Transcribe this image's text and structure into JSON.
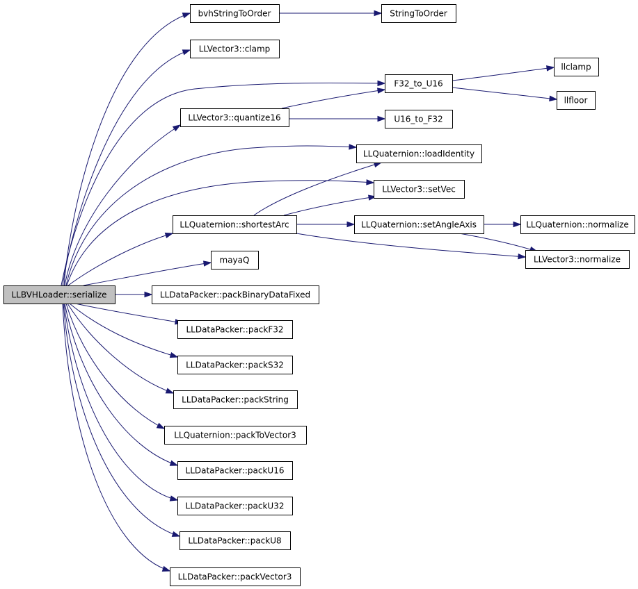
{
  "nodes": [
    {
      "id": "root",
      "label": "LLBVHLoader::serialize",
      "root": true
    },
    {
      "id": "bvhStringToOrder",
      "label": "bvhStringToOrder"
    },
    {
      "id": "StringToOrder",
      "label": "StringToOrder"
    },
    {
      "id": "clamp",
      "label": "LLVector3::clamp"
    },
    {
      "id": "F32_to_U16",
      "label": "F32_to_U16"
    },
    {
      "id": "llclamp",
      "label": "llclamp"
    },
    {
      "id": "llfloor",
      "label": "llfloor"
    },
    {
      "id": "quantize16",
      "label": "LLVector3::quantize16"
    },
    {
      "id": "U16_to_F32",
      "label": "U16_to_F32"
    },
    {
      "id": "loadIdentity",
      "label": "LLQuaternion::loadIdentity"
    },
    {
      "id": "setVec",
      "label": "LLVector3::setVec"
    },
    {
      "id": "shortestArc",
      "label": "LLQuaternion::shortestArc"
    },
    {
      "id": "setAngleAxis",
      "label": "LLQuaternion::setAngleAxis"
    },
    {
      "id": "qnormalize",
      "label": "LLQuaternion::normalize"
    },
    {
      "id": "vnormalize",
      "label": "LLVector3::normalize"
    },
    {
      "id": "mayaQ",
      "label": "mayaQ"
    },
    {
      "id": "packBinaryDataFixed",
      "label": "LLDataPacker::packBinaryDataFixed"
    },
    {
      "id": "packF32",
      "label": "LLDataPacker::packF32"
    },
    {
      "id": "packS32",
      "label": "LLDataPacker::packS32"
    },
    {
      "id": "packString",
      "label": "LLDataPacker::packString"
    },
    {
      "id": "packToVector3",
      "label": "LLQuaternion::packToVector3"
    },
    {
      "id": "packU16",
      "label": "LLDataPacker::packU16"
    },
    {
      "id": "packU32",
      "label": "LLDataPacker::packU32"
    },
    {
      "id": "packU8",
      "label": "LLDataPacker::packU8"
    },
    {
      "id": "packVector3",
      "label": "LLDataPacker::packVector3"
    }
  ],
  "edges": [
    {
      "from": "root",
      "to": "bvhStringToOrder"
    },
    {
      "from": "bvhStringToOrder",
      "to": "StringToOrder"
    },
    {
      "from": "root",
      "to": "clamp"
    },
    {
      "from": "root",
      "to": "F32_to_U16"
    },
    {
      "from": "F32_to_U16",
      "to": "llclamp"
    },
    {
      "from": "F32_to_U16",
      "to": "llfloor"
    },
    {
      "from": "root",
      "to": "quantize16"
    },
    {
      "from": "quantize16",
      "to": "F32_to_U16"
    },
    {
      "from": "quantize16",
      "to": "U16_to_F32"
    },
    {
      "from": "root",
      "to": "loadIdentity"
    },
    {
      "from": "root",
      "to": "setVec"
    },
    {
      "from": "root",
      "to": "shortestArc"
    },
    {
      "from": "shortestArc",
      "to": "loadIdentity"
    },
    {
      "from": "shortestArc",
      "to": "setVec"
    },
    {
      "from": "shortestArc",
      "to": "setAngleAxis"
    },
    {
      "from": "shortestArc",
      "to": "vnormalize"
    },
    {
      "from": "setAngleAxis",
      "to": "qnormalize"
    },
    {
      "from": "setAngleAxis",
      "to": "vnormalize"
    },
    {
      "from": "root",
      "to": "mayaQ"
    },
    {
      "from": "root",
      "to": "packBinaryDataFixed"
    },
    {
      "from": "root",
      "to": "packF32"
    },
    {
      "from": "root",
      "to": "packS32"
    },
    {
      "from": "root",
      "to": "packString"
    },
    {
      "from": "root",
      "to": "packToVector3"
    },
    {
      "from": "root",
      "to": "packU16"
    },
    {
      "from": "root",
      "to": "packU32"
    },
    {
      "from": "root",
      "to": "packU8"
    },
    {
      "from": "root",
      "to": "packVector3"
    }
  ],
  "colors": {
    "edge": "#191970",
    "root_fill": "#c0c0c0",
    "node_fill": "#ffffff",
    "node_border": "#000000"
  }
}
